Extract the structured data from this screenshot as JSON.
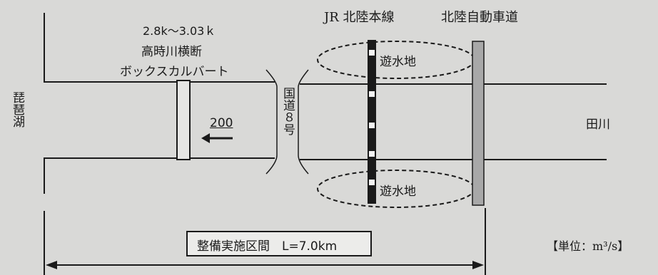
{
  "labels": {
    "culvert_range": "2.8k～3.03ｋ",
    "culvert_name_1": "高時川横断",
    "culvert_name_2": "ボックスカルバート",
    "jr_line": "JR 北陸本線",
    "expressway": "北陸自動車道",
    "lake": "琵琶湖",
    "route": "国道８号",
    "river": "田川",
    "retention_top": "遊水地",
    "retention_bottom": "遊水地",
    "flow_value": "200",
    "section": "整備実施区間　L=7.0km",
    "unit": "【単位：m³/s】"
  },
  "colors": {
    "background": "#d9d9d7",
    "line": "#1a1a1a",
    "expressway_fill": "#a8a8a8",
    "culvert_fill": "#e6e6e4"
  },
  "flow_direction": "left"
}
